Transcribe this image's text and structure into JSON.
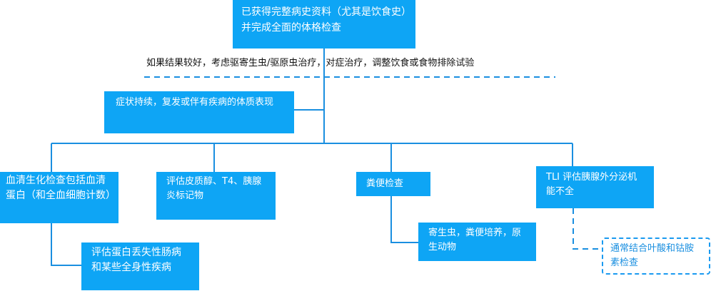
{
  "nodes": {
    "top": "已获得完整病史资料（尤其是饮食史）并完成全面的体格检查",
    "note": "如果结果较好，考虑驱寄生虫/驱原虫治疗，对症治疗，调整饮食或食物排除试验",
    "persistent": "症状持续，复发或伴有疾病的体质表现",
    "serum": "血清生化检查包括血清蛋白（和全血细胞计数）",
    "cortisol": "评估皮质醇、T4、胰腺炎标记物",
    "feces": "粪便检查",
    "tli": "TLI 评估胰腺外分泌机能不全",
    "protein_loss": "评估蛋白丢失性肠病和某些全身性疾病",
    "parasites": "寄生虫，粪便培养，原生动物",
    "folate": "通常结合叶酸和钴胺素检查"
  },
  "colors": {
    "box_fill": "#0ea5f5",
    "line": "#1a8fe0",
    "dashed_border": "#1a9af0"
  }
}
